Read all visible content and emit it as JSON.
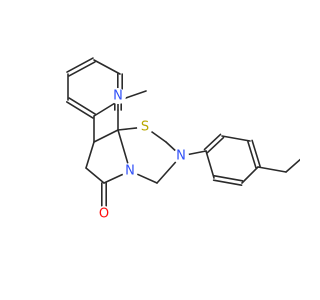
{
  "figure": {
    "type": "chemical-structure",
    "colors": {
      "bond": "#2b2b2b",
      "carbon": "#2b2b2b",
      "nitrogen": "#3050F8",
      "oxygen": "#FF0D0D",
      "sulfur": "#B8A800",
      "background": "#ffffff"
    }
  },
  "atoms": [
    {
      "id": "N_nitrile",
      "symbol": "N",
      "color": "nitrogen"
    },
    {
      "id": "S_ring",
      "symbol": "S",
      "color": "sulfur"
    },
    {
      "id": "N_bridge",
      "symbol": "N",
      "color": "nitrogen"
    },
    {
      "id": "N_amine",
      "symbol": "N",
      "color": "nitrogen"
    },
    {
      "id": "O_carbonyl",
      "symbol": "O",
      "color": "oxygen"
    }
  ]
}
